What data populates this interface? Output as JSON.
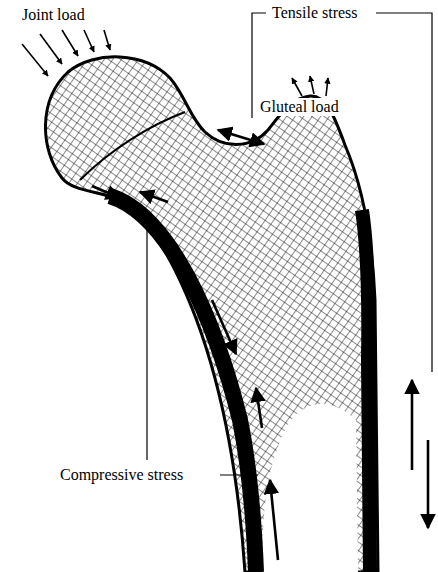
{
  "diagram": {
    "labels": [
      "Joint load",
      "Tensile stress",
      "Gluteal load",
      "Compressive stress"
    ]
  }
}
